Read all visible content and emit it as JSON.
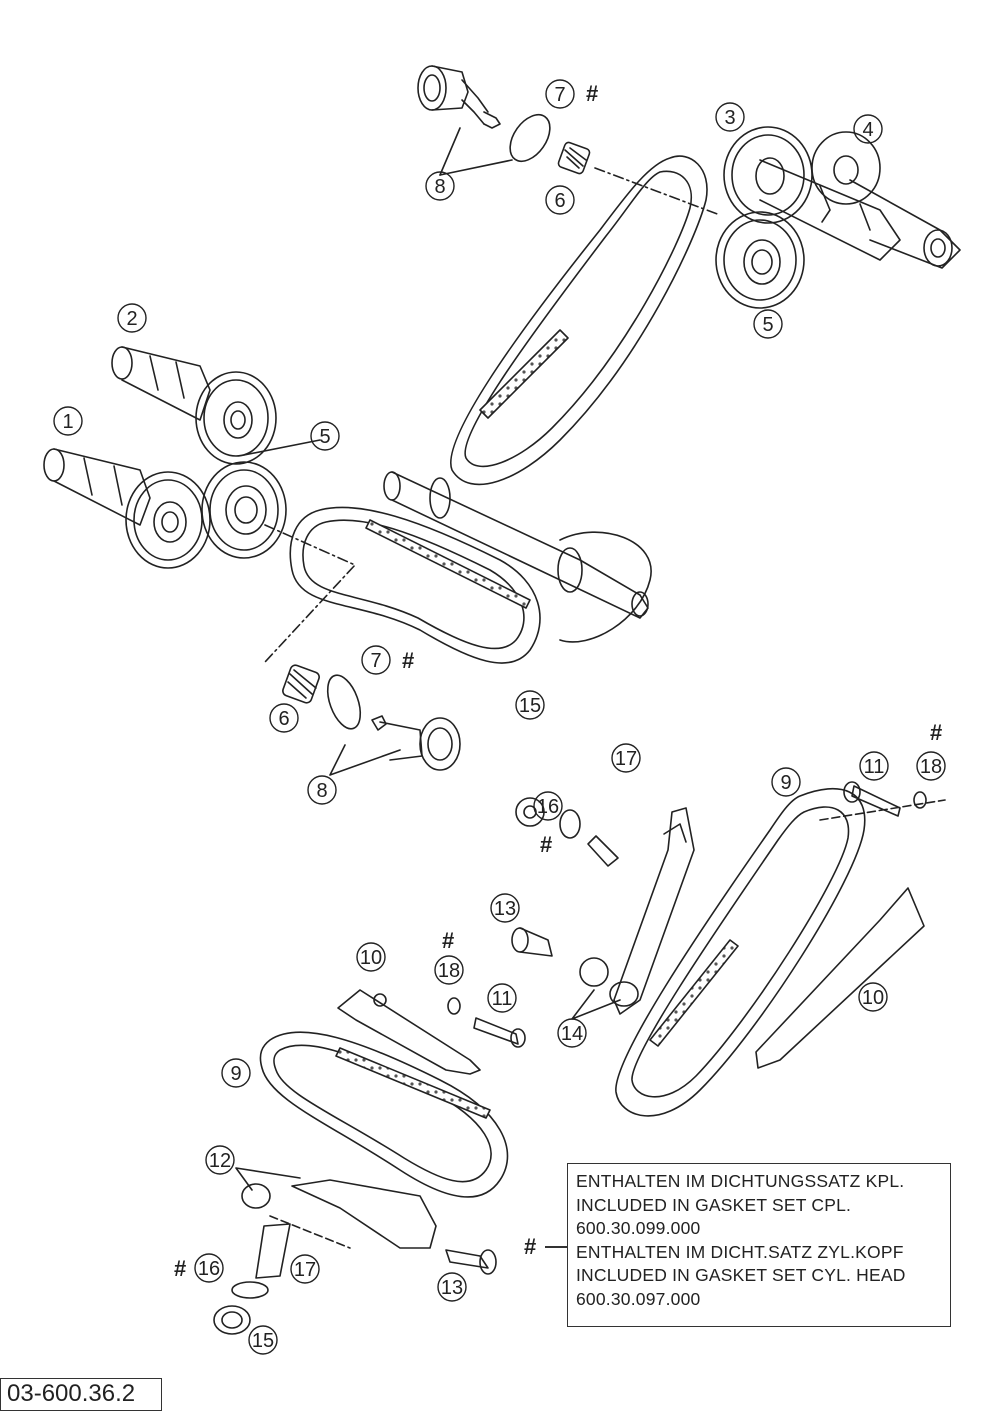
{
  "diagram": {
    "drawing_number": "03-600.36.2",
    "hash_symbol": "#",
    "note": {
      "line1": "ENTHALTEN IM DICHTUNGSSATZ KPL.",
      "line2": "INCLUDED IN GASKET SET CPL.",
      "line3": "600.30.099.000",
      "line4": "ENTHALTEN IM DICHT.SATZ ZYL.KOPF",
      "line5": "INCLUDED IN GASKET SET CYL. HEAD",
      "line6": "600.30.097.000"
    },
    "callouts": [
      {
        "id": "c1",
        "label": "1"
      },
      {
        "id": "c2",
        "label": "2"
      },
      {
        "id": "c3",
        "label": "3"
      },
      {
        "id": "c4",
        "label": "4"
      },
      {
        "id": "c5a",
        "label": "5"
      },
      {
        "id": "c5b",
        "label": "5"
      },
      {
        "id": "c6a",
        "label": "6"
      },
      {
        "id": "c6b",
        "label": "6"
      },
      {
        "id": "c7a",
        "label": "7"
      },
      {
        "id": "c7b",
        "label": "7"
      },
      {
        "id": "c8a",
        "label": "8"
      },
      {
        "id": "c8b",
        "label": "8"
      },
      {
        "id": "c9a",
        "label": "9"
      },
      {
        "id": "c9b",
        "label": "9"
      },
      {
        "id": "c10a",
        "label": "10"
      },
      {
        "id": "c10b",
        "label": "10"
      },
      {
        "id": "c11a",
        "label": "11"
      },
      {
        "id": "c11b",
        "label": "11"
      },
      {
        "id": "c12",
        "label": "12"
      },
      {
        "id": "c13a",
        "label": "13"
      },
      {
        "id": "c13b",
        "label": "13"
      },
      {
        "id": "c14",
        "label": "14"
      },
      {
        "id": "c15a",
        "label": "15"
      },
      {
        "id": "c15b",
        "label": "15"
      },
      {
        "id": "c16a",
        "label": "16"
      },
      {
        "id": "c16b",
        "label": "16"
      },
      {
        "id": "c17a",
        "label": "17"
      },
      {
        "id": "c17b",
        "label": "17"
      },
      {
        "id": "c18a",
        "label": "18"
      },
      {
        "id": "c18b",
        "label": "18"
      }
    ]
  }
}
